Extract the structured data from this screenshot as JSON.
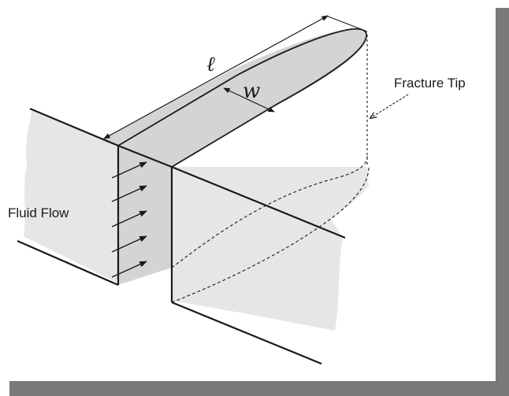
{
  "labels": {
    "length_symbol": "ℓ",
    "width_symbol": "w",
    "fracture_tip": "Fracture Tip",
    "fluid_flow": "Fluid Flow"
  },
  "colors": {
    "frame_shadow": "#7a7a7a",
    "rock_fill": "#e6e6e6",
    "fracture_fill": "#d4d4d4",
    "line": "#1a1a1a"
  }
}
